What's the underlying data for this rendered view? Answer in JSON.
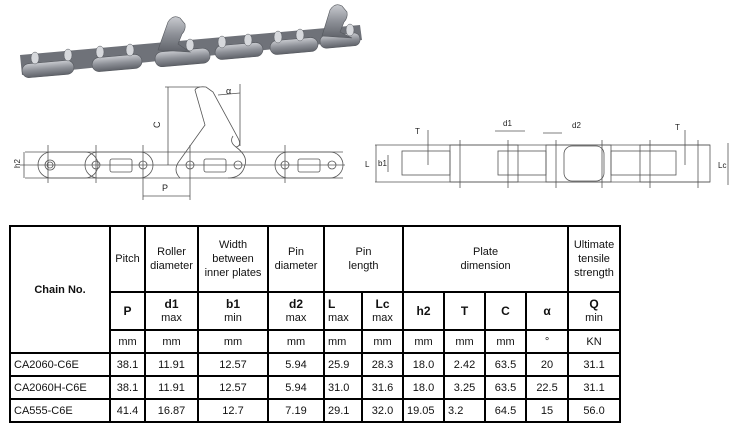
{
  "photo": {
    "description": "Steel agricultural conveyor chain with angled attachment lugs",
    "icon": "chain-photo"
  },
  "side_view": {
    "labels": {
      "C": "C",
      "alpha": "α",
      "h2": "h2",
      "P": "P"
    }
  },
  "top_view": {
    "labels": {
      "T_left": "T",
      "d1": "d1",
      "d2": "d2",
      "T_right": "T",
      "L": "L",
      "b1": "b1",
      "Lc": "Lc"
    }
  },
  "table": {
    "chain_no_header": "Chain No.",
    "groups": [
      {
        "label": "Pitch"
      },
      {
        "label": "Roller diameter"
      },
      {
        "label": "Width between inner plates"
      },
      {
        "label": "Pin diameter"
      },
      {
        "label": "Pin length"
      },
      {
        "label": "Plate dimension"
      },
      {
        "label": "Ultimate tensile strength"
      }
    ],
    "group_lines": {
      "roller": [
        "Roller",
        "diameter"
      ],
      "width": [
        "Width",
        "between",
        "inner plates"
      ],
      "pin_dia": [
        "Pin",
        "diameter"
      ],
      "pin_len": [
        "Pin",
        "length"
      ],
      "plate": [
        "Plate",
        "dimension"
      ],
      "uts": [
        "Ultimate",
        "tensile",
        "strength"
      ]
    },
    "symbols": [
      {
        "sym": "P",
        "qual": ""
      },
      {
        "sym": "d1",
        "qual": "max"
      },
      {
        "sym": "b1",
        "qual": "min"
      },
      {
        "sym": "d2",
        "qual": "max"
      },
      {
        "sym": "L",
        "qual": "max"
      },
      {
        "sym": "Lc",
        "qual": "max"
      },
      {
        "sym": "h2",
        "qual": ""
      },
      {
        "sym": "T",
        "qual": ""
      },
      {
        "sym": "C",
        "qual": ""
      },
      {
        "sym": "α",
        "qual": ""
      },
      {
        "sym": "Q",
        "qual": "min"
      }
    ],
    "units": [
      "mm",
      "mm",
      "mm",
      "mm",
      "mm",
      "mm",
      "mm",
      "mm",
      "mm",
      "°",
      "KN"
    ],
    "rows": [
      [
        "CA2060-C6E",
        "38.1",
        "11.91",
        "12.57",
        "5.94",
        "25.9",
        "28.3",
        "18.0",
        "2.42",
        "63.5",
        "20",
        "31.1"
      ],
      [
        "CA2060H-C6E",
        "38.1",
        "11.91",
        "12.57",
        "5.94",
        "31.0",
        "31.6",
        "18.0",
        "3.25",
        "63.5",
        "22.5",
        "31.1"
      ],
      [
        "CA555-C6E",
        "41.4",
        "16.87",
        "12.7",
        "7.19",
        "29.1",
        "32.0",
        "19.05",
        "3.2",
        "64.5",
        "15",
        "56.0"
      ]
    ]
  }
}
